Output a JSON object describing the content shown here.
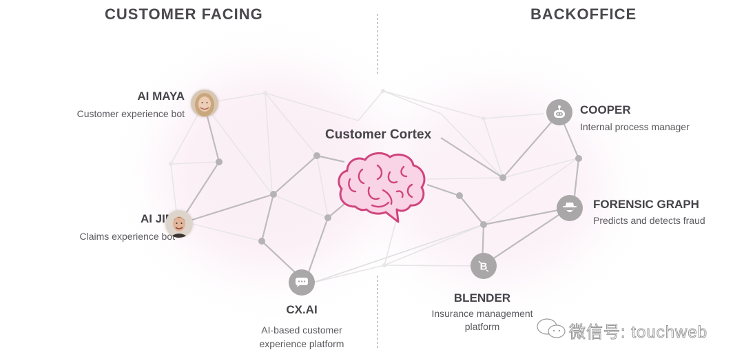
{
  "sections": {
    "left_heading": "CUSTOMER FACING",
    "right_heading": "BACKOFFICE"
  },
  "center": {
    "title": "Customer Cortex",
    "icon": "brain-icon",
    "accent_color": "#d0457e",
    "fill_color": "#f9d3e6"
  },
  "nodes": {
    "maya": {
      "title": "AI MAYA",
      "subtitle": "Customer experience bot",
      "icon": "avatar-woman"
    },
    "jim": {
      "title": "AI JIM",
      "subtitle": "Claims experience bot",
      "icon": "avatar-man"
    },
    "cxai": {
      "title": "CX.AI",
      "subtitle_line1": "AI-based customer",
      "subtitle_line2": "experience platform",
      "icon": "chat-bubble-icon"
    },
    "cooper": {
      "title": "COOPER",
      "subtitle": "Internal process manager",
      "icon": "robot-icon"
    },
    "forensic": {
      "title": "FORENSIC GRAPH",
      "subtitle": "Predicts and detects fraud",
      "icon": "spy-icon"
    },
    "blender": {
      "title": "BLENDER",
      "subtitle_line1": "Insurance management",
      "subtitle_line2": "platform",
      "icon": "blender-b-icon"
    }
  },
  "watermark": {
    "text": "微信号: touchweb",
    "icon": "wechat-icon"
  },
  "colors": {
    "edge": "#bdbbbc",
    "edge_faint": "#e6e4e6",
    "node": "#a9a7a8",
    "heading": "#4a484d"
  }
}
